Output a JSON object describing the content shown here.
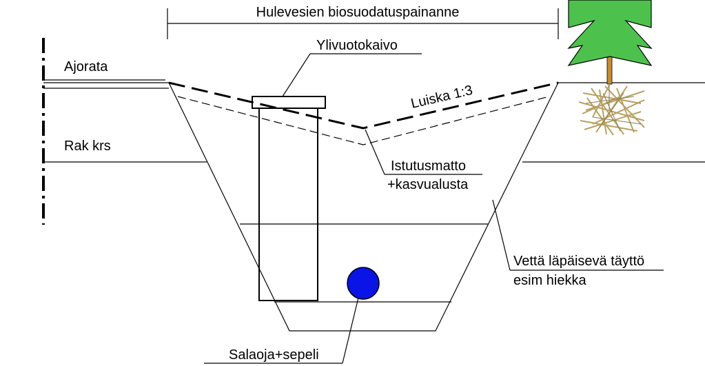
{
  "labels": {
    "width_dimension": "Hulevesien biosuodatuspainanne",
    "overflow_well": "Ylivuotokaivo",
    "road": "Ajorata",
    "base_course": "Rak krs",
    "slope": "Luiska 1:3",
    "planting_mat_line1": "Istutusmatto",
    "planting_mat_line2": "+kasvualusta",
    "fill_line1": "Vettä läpäisevä täyttö",
    "fill_line2": "esim hiekka",
    "drain": "Salaoja+sepeli"
  },
  "colors": {
    "line": "#000000",
    "drain_pipe": "#0a14e6",
    "tree_foliage": "#4cc24c",
    "tree_trunk": "#c88a2a",
    "roots": "#c8b070"
  },
  "icons": {
    "tree": "spruce-tree-icon",
    "roots": "root-ball-icon",
    "pipe": "drain-pipe-icon"
  }
}
